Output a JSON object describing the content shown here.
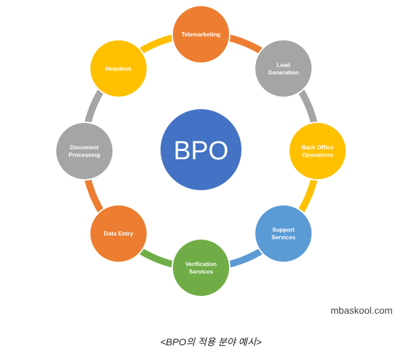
{
  "center": {
    "label": "BPO",
    "color": "#4472C4"
  },
  "nodes": [
    {
      "lines": [
        "Telemarketing"
      ],
      "color": "#ED7D31"
    },
    {
      "lines": [
        "Lead",
        "Generation"
      ],
      "color": "#A5A5A5"
    },
    {
      "lines": [
        "Back Office",
        "Operations"
      ],
      "color": "#FFC000"
    },
    {
      "lines": [
        "Support",
        "Services"
      ],
      "color": "#5B9BD5"
    },
    {
      "lines": [
        "Verification",
        "Services"
      ],
      "color": "#70AD47"
    },
    {
      "lines": [
        "Data Entry"
      ],
      "color": "#ED7D31"
    },
    {
      "lines": [
        "Document",
        "Processing"
      ],
      "color": "#A5A5A5"
    },
    {
      "lines": [
        "Helpdesk"
      ],
      "color": "#FFC000"
    }
  ],
  "source": "mbaskool.com",
  "caption": "<BPO의 적용 분야 예시>"
}
